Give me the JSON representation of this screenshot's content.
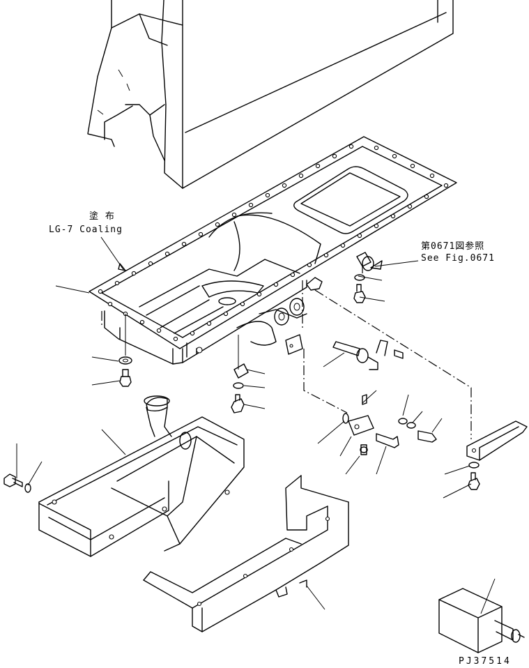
{
  "annotations": {
    "coating_jp": "塗 布",
    "coating_en": "LG-7 Coaling",
    "reference_jp": "第0671図参照",
    "reference_en": "See Fig.0671"
  },
  "drawing_code": "PJ37514"
}
